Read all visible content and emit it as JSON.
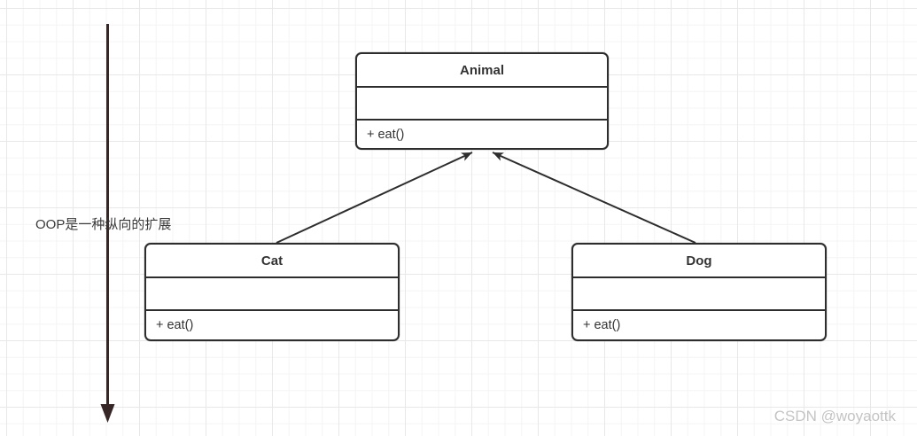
{
  "diagram": {
    "annotation": {
      "text": "OOP是一种纵向的扩展"
    },
    "watermark": {
      "text": "CSDN @woyaottk"
    },
    "classes": [
      {
        "name": "Animal",
        "attributes": "",
        "methods": [
          "+ eat()"
        ]
      },
      {
        "name": "Cat",
        "attributes": "",
        "methods": [
          "+ eat()"
        ]
      },
      {
        "name": "Dog",
        "attributes": "",
        "methods": [
          "+ eat()"
        ]
      }
    ],
    "relationships": [
      {
        "from": "Cat",
        "to": "Animal",
        "type": "inheritance"
      },
      {
        "from": "Dog",
        "to": "Animal",
        "type": "inheritance"
      }
    ],
    "colors": {
      "shape_border": "#2d2d2d",
      "edge": "#2d2d2d",
      "timeline_arrow": "#362626",
      "grid_minor": "#f4f4f4",
      "grid_major": "#e8e8e8",
      "watermark": "#c4c4c4",
      "text": "#333333"
    }
  }
}
